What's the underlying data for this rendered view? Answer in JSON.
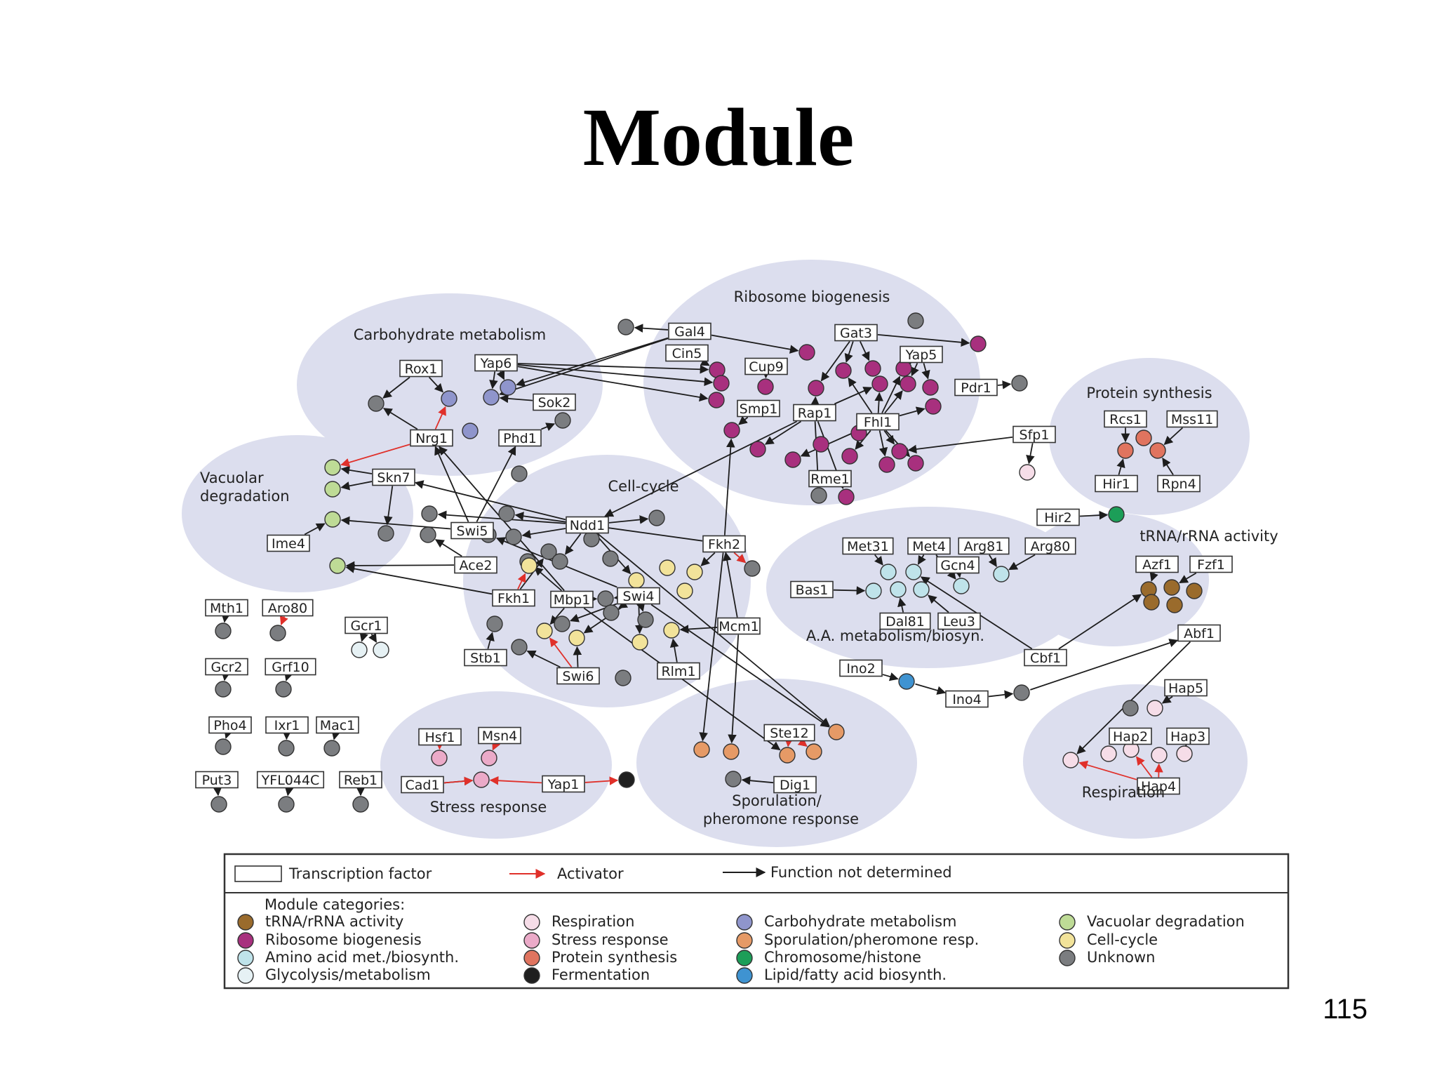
{
  "slide": {
    "title": "Module",
    "page_number": "115"
  },
  "colors": {
    "module_bg": "#dcdeee",
    "trna": "#9a6b2c",
    "ribosome": "#a8307e",
    "amino": "#bfe3ea",
    "glycolysis": "#e6f1f4",
    "respiration": "#f6dde8",
    "stress": "#ebaac8",
    "protein": "#e0745f",
    "fermentation": "#1f1f1f",
    "carbohydrate": "#8f95cc",
    "sporulation": "#e69a66",
    "chromosome": "#1c9e58",
    "lipid": "#3f93d1",
    "vacuolar": "#bedb96",
    "cellcycle": "#f2e39a",
    "unknown": "#7b7d80",
    "activator": "#e0302a",
    "edge": "#1d1d1d"
  },
  "modules": [
    "Ribosome biogenesis",
    "Carbohydrate metabolism",
    "Protein synthesis",
    "Vacuolar degradation",
    "Cell-cycle",
    "tRNA/rRNA activity",
    "A.A. metabolism/biosyn.",
    "Stress response",
    "Sporulation/",
    "pheromone response",
    "Respiration"
  ],
  "transcription_factors": [
    "Gal4",
    "Gat3",
    "Cin5",
    "Yap5",
    "Cup9",
    "Pdr1",
    "Smp1",
    "Rap1",
    "Fhl1",
    "Rox1",
    "Yap6",
    "Sok2",
    "Nrg1",
    "Phd1",
    "Rcs1",
    "Mss11",
    "Sfp1",
    "Hir1",
    "Rpn4",
    "Rme1",
    "Skn7",
    "Hir2",
    "Ndd1",
    "Swi5",
    "Fkh2",
    "Ace2",
    "Ime4",
    "Met31",
    "Met4",
    "Arg81",
    "Arg80",
    "Gcn4",
    "Azf1",
    "Fzf1",
    "Fkh1",
    "Mbp1",
    "Swi4",
    "Bas1",
    "Mth1",
    "Aro80",
    "Gcr1",
    "Mcm1",
    "Dal81",
    "Leu3",
    "Abf1",
    "Stb1",
    "Cbf1",
    "Gcr2",
    "Grf10",
    "Swi6",
    "Rlm1",
    "Ino2",
    "Ino4",
    "Hap5",
    "Pho4",
    "Ixr1",
    "Mac1",
    "Hsf1",
    "Msn4",
    "Ste12",
    "Hap2",
    "Hap3",
    "Cad1",
    "Yap1",
    "Dig1",
    "Hap4",
    "Put3",
    "YFL044C",
    "Reb1"
  ],
  "legend": {
    "tf_label": "Transcription factor",
    "activator_label": "Activator",
    "undetermined_label": "Function not determined",
    "categories_heading": "Module categories:",
    "categories": [
      {
        "label": "tRNA/rRNA activity",
        "color": "#9a6b2c"
      },
      {
        "label": "Ribosome biogenesis",
        "color": "#a8307e"
      },
      {
        "label": "Amino acid met./biosynth.",
        "color": "#bfe3ea"
      },
      {
        "label": "Glycolysis/metabolism",
        "color": "#e6f1f4"
      },
      {
        "label": "Respiration",
        "color": "#f6dde8"
      },
      {
        "label": "Stress response",
        "color": "#ebaac8"
      },
      {
        "label": "Protein synthesis",
        "color": "#e0745f"
      },
      {
        "label": "Fermentation",
        "color": "#1f1f1f"
      },
      {
        "label": "Carbohydrate metabolism",
        "color": "#8f95cc"
      },
      {
        "label": "Sporulation/pheromone resp.",
        "color": "#e69a66"
      },
      {
        "label": "Chromosome/histone",
        "color": "#1c9e58"
      },
      {
        "label": "Lipid/fatty acid biosynth.",
        "color": "#3f93d1"
      },
      {
        "label": "Vacuolar degradation",
        "color": "#bedb96"
      },
      {
        "label": "Cell-cycle",
        "color": "#f2e39a"
      },
      {
        "label": "Unknown",
        "color": "#7b7d80"
      }
    ]
  }
}
